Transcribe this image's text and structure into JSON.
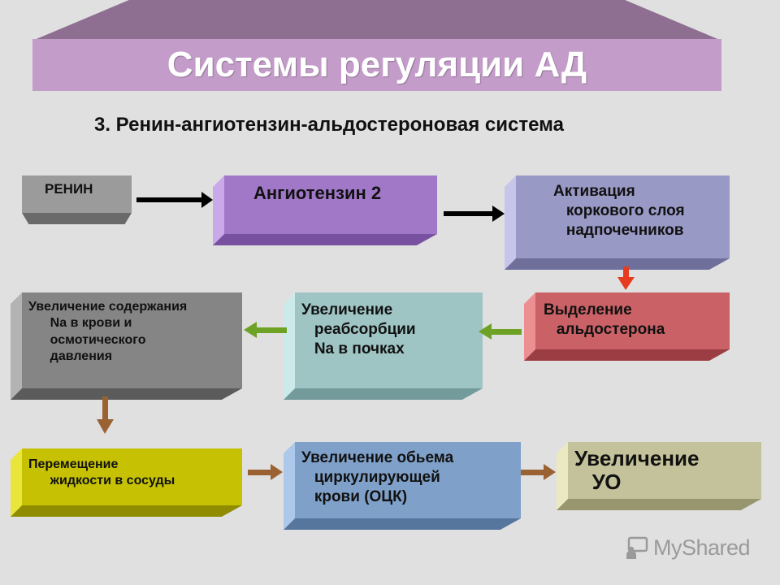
{
  "title": "Системы регуляции АД",
  "subtitle": "3. Ренин-ангиотензин-альдостероновая система",
  "colors": {
    "banner_front": "#c39cc9",
    "banner_top": "#8e6f92",
    "black_arrow": "#000000",
    "red_arrow": "#e53b1f",
    "green_arrow": "#6ea225",
    "brown_arrow": "#9a6233"
  },
  "boxes": {
    "renin": {
      "text": "РЕНИН",
      "fill": "#9b9b9b",
      "dark": "#6a6a6a",
      "light": "#c4c4c4"
    },
    "angiotensin": {
      "text": "Ангиотензин 2",
      "fill": "#a178c8",
      "dark": "#7851a0",
      "light": "#c9a9ea"
    },
    "activation": {
      "text": "Активация\n   коркового слоя\n   надпочечников",
      "fill": "#9999c6",
      "dark": "#6f6f9c",
      "light": "#c6c6ea"
    },
    "aldosterone": {
      "text": "Выделение\n   альдостерона",
      "fill": "#c96166",
      "dark": "#9b3d42",
      "light": "#ec8f93"
    },
    "reabsorption": {
      "text": "Увеличение\n   реабсорбции\n   Na в почках",
      "fill": "#9fc4c4",
      "dark": "#739b9b",
      "light": "#cdeaea"
    },
    "sodium": {
      "text": "Увеличение содержания\n      Na в крови и\n      осмотического\n      давления",
      "fill": "#858585",
      "dark": "#5b5b5b",
      "light": "#b3b3b3"
    },
    "fluid": {
      "text": "Перемещение\n      жидкости в сосуды",
      "fill": "#c6c203",
      "dark": "#8f8c00",
      "light": "#eae53a"
    },
    "volume": {
      "text": "Увеличение обьема\n   циркулирующей\n   крови (ОЦК)",
      "fill": "#7fa0c8",
      "dark": "#56769e",
      "light": "#adc8ea"
    },
    "stroke": {
      "text": "Увеличение\n   УО",
      "fill": "#c4c29b",
      "dark": "#98966f",
      "light": "#ebe9c2"
    }
  },
  "watermark": {
    "brand": "MyShared",
    "icon": "teacher-board-icon"
  }
}
